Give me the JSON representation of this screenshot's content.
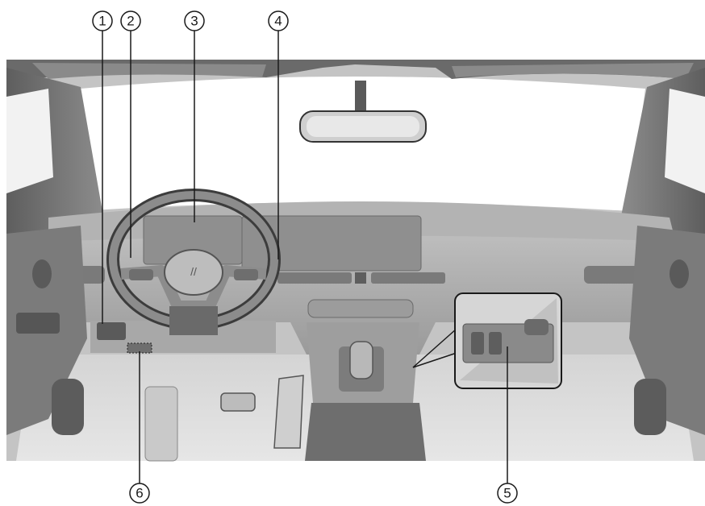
{
  "callouts": [
    {
      "id": "1",
      "label": "1"
    },
    {
      "id": "2",
      "label": "2"
    },
    {
      "id": "3",
      "label": "3"
    },
    {
      "id": "4",
      "label": "4"
    },
    {
      "id": "5",
      "label": "5"
    },
    {
      "id": "6",
      "label": "6"
    }
  ],
  "colors": {
    "interior_dark": "#6f6f6f",
    "interior_mid": "#a9a9a9",
    "interior_light": "#cfcfcf",
    "windshield": "#ffffff",
    "line": "#1a1a1a"
  }
}
